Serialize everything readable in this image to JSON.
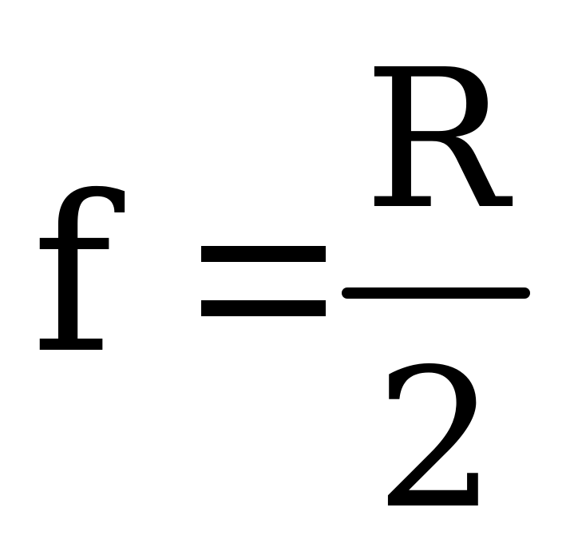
{
  "equation": {
    "lhs": "f",
    "numerator": "R",
    "denominator": "2"
  }
}
